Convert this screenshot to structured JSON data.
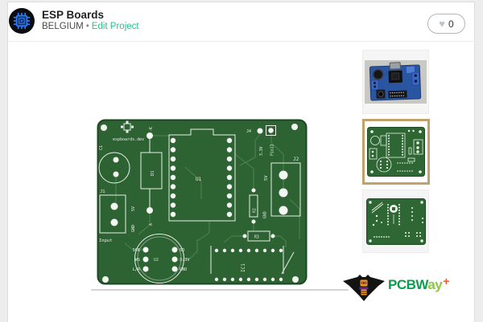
{
  "colors": {
    "page_background": "#ededed",
    "card_background": "#ffffff",
    "accent_link": "#26bf8f",
    "pcb_green": "#2d6333",
    "pcb_edge": "#1d4722",
    "pcb_trace": "#4e8854",
    "silkscreen": "#e9efe7",
    "heart_icon": "#b9c5ce",
    "thumb_selected_border": "#c1a26a",
    "pcbway_green": "#0a9e4b",
    "pcbway_light_green": "#8dc63f",
    "pcbway_plus_orange": "#f15a29"
  },
  "icons": {
    "heart": "♥"
  },
  "header": {
    "title": "ESP Boards",
    "location": "BELGIUM",
    "separator": "•",
    "edit_link": "Edit Project",
    "like_count": "0"
  },
  "pcb": {
    "brand": "espboards.dev",
    "refs": {
      "c1": "C1",
      "d1": "D1",
      "j1": "J1",
      "j2": "J2",
      "j4": "J4",
      "u1": "U1",
      "u2": "U2",
      "r2": "R2",
      "r3": "R3",
      "ic1": "IC1"
    },
    "labels": {
      "cathode": "-K",
      "anode": "A",
      "j1_5v": "5V",
      "j1_gnd": "GND",
      "j1_input": "Input",
      "j4_33v": "3.3V",
      "j4_pin13": "Pin13",
      "j2_5v": "5V",
      "r2_gnd": "GND",
      "u2_sck": "SCK",
      "u2_ws": "WS",
      "u2_lr": "L/R",
      "u2_sd": "SD",
      "u2_33v": "3.3V",
      "u2_gnd": "GND"
    }
  },
  "thumbnails": {
    "photo": "assembled blue board photo",
    "front": "pcb front render (selected)",
    "back": "pcb back render"
  },
  "sponsor": {
    "brand_main": "PCBW",
    "brand_tail": "ay",
    "plus": "+"
  }
}
